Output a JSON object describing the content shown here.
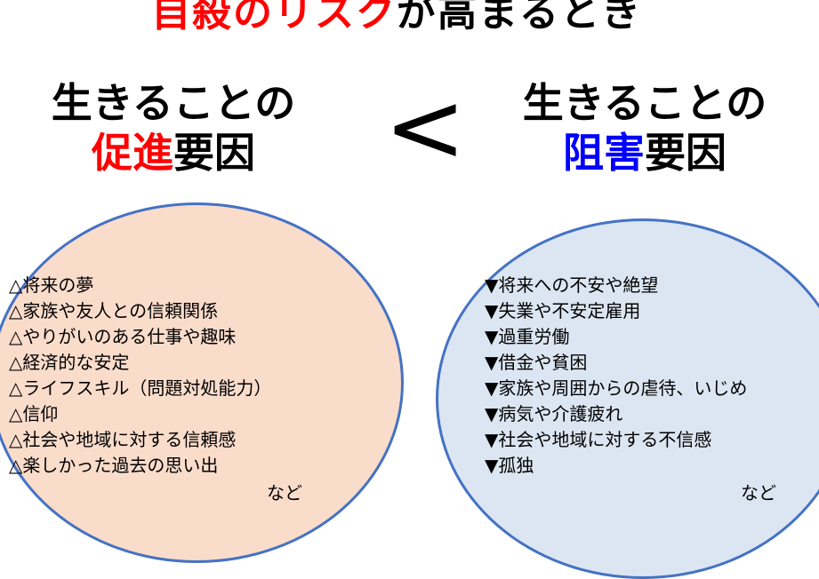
{
  "title": {
    "red": "自殺のリスク",
    "black": "が高まるとき"
  },
  "left": {
    "line1": "生きることの",
    "emph": "促進",
    "rest": "要因"
  },
  "right": {
    "line1": "生きることの",
    "emph": "阻害",
    "rest": "要因"
  },
  "comparator": "<",
  "promoting": [
    "△将来の夢",
    "△家族や友人との信頼関係",
    "△やりがいのある仕事や趣味",
    "△経済的な安定",
    "△ライフスキル（問題対処能力）",
    "△信仰",
    "△社会や地域に対する信頼感",
    "△楽しかった過去の思い出"
  ],
  "inhibiting": [
    "▼将来への不安や絶望",
    "▼失業や不安定雇用",
    "▼過重労働",
    "▼借金や貧困",
    "▼家族や周囲からの虐待、いじめ",
    "▼病気や介護疲れ",
    "▼社会や地域に対する不信感",
    "▼孤独"
  ],
  "etc": "など",
  "colors": {
    "promote_fill": "#fadccb",
    "inhibit_fill": "#dce6f2",
    "border": "#4472c4"
  }
}
